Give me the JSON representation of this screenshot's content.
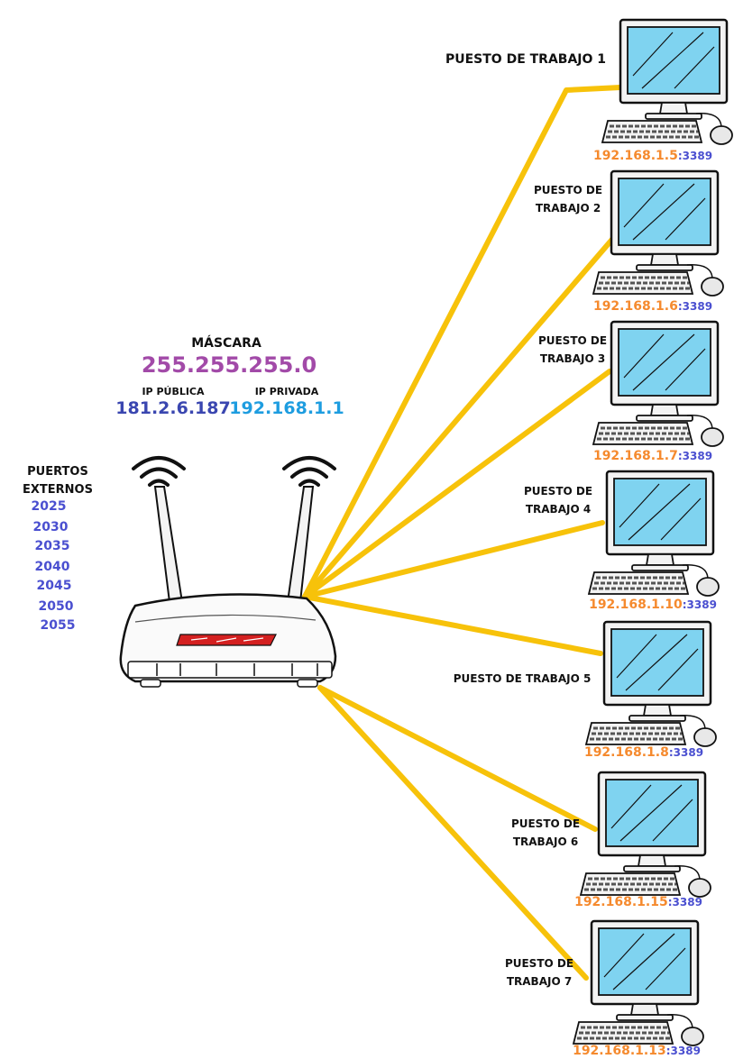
{
  "router": {
    "mask_label": "MÁSCARA",
    "mask_value": "255.255.255.0",
    "public_ip_label": "IP PÚBLICA",
    "public_ip": "181.2.6.187",
    "private_ip_label": "IP PRIVADA",
    "private_ip": "192.168.1.1"
  },
  "ports": {
    "title_line1": "PUERTOS",
    "title_line2": "EXTERNOS",
    "values": [
      "2025",
      "2030",
      "2035",
      "2040",
      "2045",
      "2050",
      "2055"
    ]
  },
  "workstations": [
    {
      "label_lines": [
        "PUESTO DE TRABAJO 1"
      ],
      "ip": "192.168.1.5",
      "port": ":3389"
    },
    {
      "label_lines": [
        "PUESTO DE",
        "TRABAJO 2"
      ],
      "ip": "192.168.1.6",
      "port": ":3389"
    },
    {
      "label_lines": [
        "PUESTO DE",
        "TRABAJO 3"
      ],
      "ip": "192.168.1.7",
      "port": ":3389"
    },
    {
      "label_lines": [
        "PUESTO DE",
        "TRABAJO 4"
      ],
      "ip": "192.168.1.10",
      "port": ":3389"
    },
    {
      "label_lines": [
        "PUESTO DE TRABAJO 5"
      ],
      "ip": "192.168.1.8",
      "port": ":3389"
    },
    {
      "label_lines": [
        "PUESTO DE",
        "TRABAJO 6"
      ],
      "ip": "192.168.1.15",
      "port": ":3389"
    },
    {
      "label_lines": [
        "PUESTO DE",
        "TRABAJO 7"
      ],
      "ip": "192.168.1.13",
      "port": ":3389"
    }
  ],
  "colors": {
    "cable": "#f7c20a",
    "mask": "#a24aa8",
    "public_ip": "#3a46b0",
    "private_ip": "#1e9de0",
    "ports": "#4a4fd0",
    "ws_ip": "#f58a2e",
    "ws_port": "#4a4fd0",
    "screen": "#7fd3f0"
  }
}
